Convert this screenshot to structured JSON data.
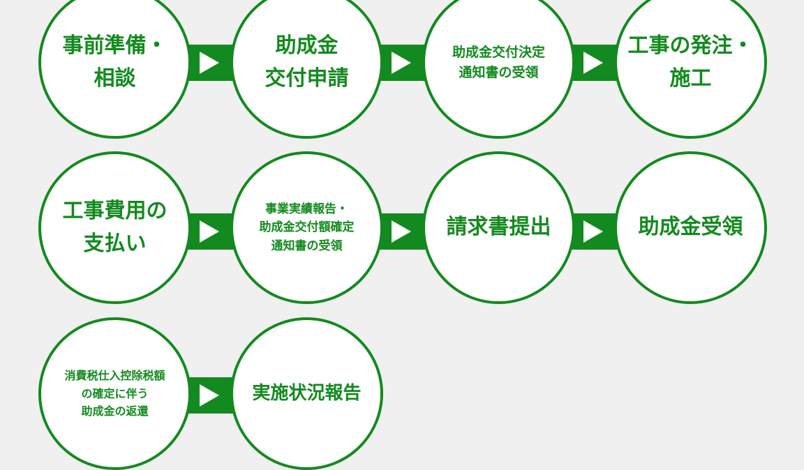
{
  "colors": {
    "accent": "#138a1f",
    "background": "#f0f0f0",
    "circle_fill": "#ffffff",
    "arrow_glyph": "#ffffff"
  },
  "steps": [
    {
      "label": "事前準備・\n相談"
    },
    {
      "label": "助成金\n交付申請"
    },
    {
      "label": "助成金交付決定\n通知書の受領"
    },
    {
      "label": "工事の発注・\n施工"
    },
    {
      "label": "工事費用の\n支払い"
    },
    {
      "label": "事業実績報告・\n助成金交付額確定\n通知書の受領"
    },
    {
      "label": "請求書提出"
    },
    {
      "label": "助成金受領"
    },
    {
      "label": "消費税仕入控除税額\nの確定に伴う\n助成金の返還"
    },
    {
      "label": "実施状況報告"
    }
  ],
  "connector_icon": "play-triangle-icon"
}
